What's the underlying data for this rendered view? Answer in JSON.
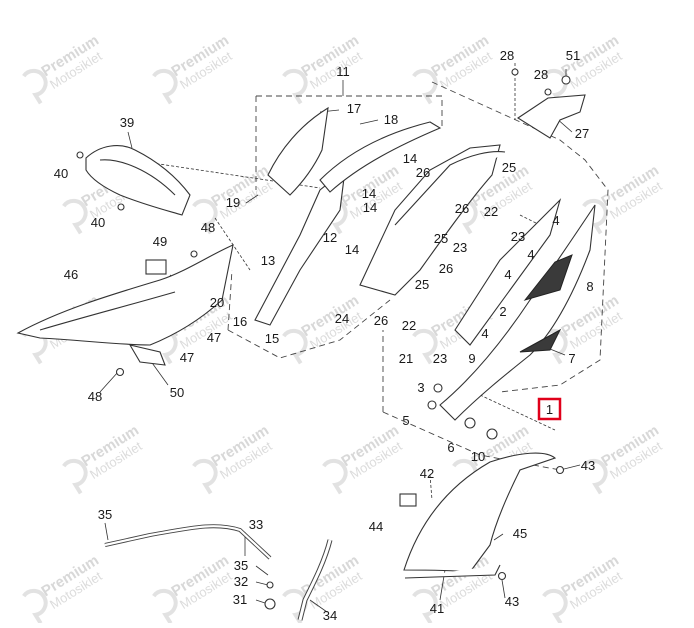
{
  "diagram": {
    "highlight_label": "1",
    "watermark": {
      "line1": "Premium",
      "line2": "Motosiklet"
    },
    "callouts": [
      {
        "id": "c51",
        "label": "51"
      },
      {
        "id": "c28a",
        "label": "28"
      },
      {
        "id": "c28b",
        "label": "28"
      },
      {
        "id": "c27",
        "label": "27"
      },
      {
        "id": "c11",
        "label": "11"
      },
      {
        "id": "c17",
        "label": "17"
      },
      {
        "id": "c18",
        "label": "18"
      },
      {
        "id": "c39",
        "label": "39"
      },
      {
        "id": "c40a",
        "label": "40"
      },
      {
        "id": "c40b",
        "label": "40"
      },
      {
        "id": "c19",
        "label": "19"
      },
      {
        "id": "c14a",
        "label": "14"
      },
      {
        "id": "c14b",
        "label": "14"
      },
      {
        "id": "c14c",
        "label": "14"
      },
      {
        "id": "c14d",
        "label": "14"
      },
      {
        "id": "c26a",
        "label": "26"
      },
      {
        "id": "c25a",
        "label": "25"
      },
      {
        "id": "c22a",
        "label": "22"
      },
      {
        "id": "c26b",
        "label": "26"
      },
      {
        "id": "c25b",
        "label": "25"
      },
      {
        "id": "c23a",
        "label": "23"
      },
      {
        "id": "c4a",
        "label": "4"
      },
      {
        "id": "c23b",
        "label": "23"
      },
      {
        "id": "c12",
        "label": "12"
      },
      {
        "id": "c48a",
        "label": "48"
      },
      {
        "id": "c49",
        "label": "49"
      },
      {
        "id": "c13",
        "label": "13"
      },
      {
        "id": "c26c",
        "label": "26"
      },
      {
        "id": "c4b",
        "label": "4"
      },
      {
        "id": "c46",
        "label": "46"
      },
      {
        "id": "c4c",
        "label": "4"
      },
      {
        "id": "c8",
        "label": "8"
      },
      {
        "id": "c25c",
        "label": "25"
      },
      {
        "id": "c20",
        "label": "20"
      },
      {
        "id": "c16",
        "label": "16"
      },
      {
        "id": "c47a",
        "label": "47"
      },
      {
        "id": "c47b",
        "label": "47"
      },
      {
        "id": "c15",
        "label": "15"
      },
      {
        "id": "c24",
        "label": "24"
      },
      {
        "id": "c26d",
        "label": "26"
      },
      {
        "id": "c22b",
        "label": "22"
      },
      {
        "id": "c2",
        "label": "2"
      },
      {
        "id": "c4d",
        "label": "4"
      },
      {
        "id": "c21",
        "label": "21"
      },
      {
        "id": "c23c",
        "label": "23"
      },
      {
        "id": "c9",
        "label": "9"
      },
      {
        "id": "c7",
        "label": "7"
      },
      {
        "id": "c48b",
        "label": "48"
      },
      {
        "id": "c50",
        "label": "50"
      },
      {
        "id": "c3",
        "label": "3"
      },
      {
        "id": "c5",
        "label": "5"
      },
      {
        "id": "c6",
        "label": "6"
      },
      {
        "id": "c10",
        "label": "10"
      },
      {
        "id": "c43a",
        "label": "43"
      },
      {
        "id": "c42",
        "label": "42"
      },
      {
        "id": "c44",
        "label": "44"
      },
      {
        "id": "c45",
        "label": "45"
      },
      {
        "id": "c35a",
        "label": "35"
      },
      {
        "id": "c33",
        "label": "33"
      },
      {
        "id": "c35b",
        "label": "35"
      },
      {
        "id": "c32",
        "label": "32"
      },
      {
        "id": "c31",
        "label": "31"
      },
      {
        "id": "c34",
        "label": "34"
      },
      {
        "id": "c41",
        "label": "41"
      },
      {
        "id": "c43b",
        "label": "43"
      }
    ]
  }
}
